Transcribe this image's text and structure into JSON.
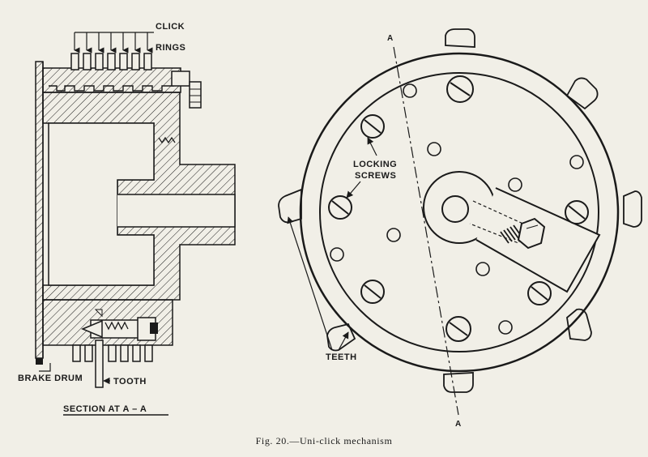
{
  "labels": {
    "click": "CLICK",
    "rings": "RINGS",
    "brake_drum": "BRAKE DRUM",
    "tooth": "TOOTH",
    "section": "SECTION AT A – A",
    "locking": "LOCKING",
    "screws": "SCREWS",
    "teeth": "TEETH",
    "axis_a": "A"
  },
  "caption": "Fig. 20.—Uni-click mechanism",
  "colors": {
    "ink": "#1a1a1a",
    "paper": "#f1efe7"
  }
}
